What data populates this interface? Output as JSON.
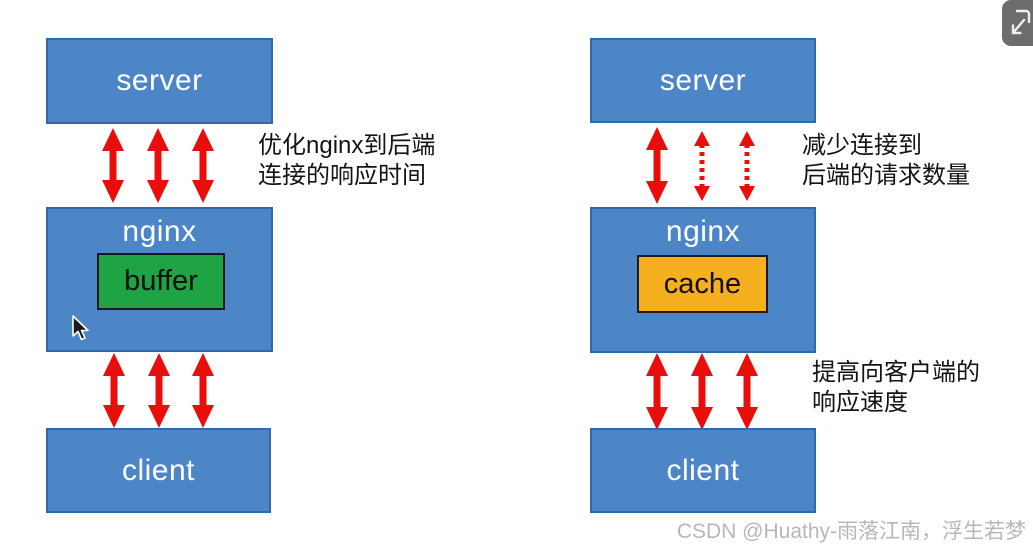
{
  "colors": {
    "box-blue": "#4c86c6",
    "box-border": "#3568a9",
    "buffer-green": "#1ea445",
    "cache-orange": "#f6b01f",
    "inner-border": "#1a1a1a",
    "arrow-red": "#e90d0b",
    "text-dark": "#141414",
    "watermark-gray": "#b4b8bc",
    "button-gray": "#6d6d6d"
  },
  "left_diagram": {
    "server_label": "server",
    "nginx_label": "nginx",
    "buffer_label": "buffer",
    "client_label": "client",
    "annotation": {
      "line1": "优化nginx到后端",
      "line2": "连接的响应时间"
    }
  },
  "right_diagram": {
    "server_label": "server",
    "nginx_label": "nginx",
    "cache_label": "cache",
    "client_label": "client",
    "annotation_top": {
      "line1": "减少连接到",
      "line2": "后端的请求数量"
    },
    "annotation_bottom": {
      "line1": "提高向客户端的",
      "line2": "响应速度"
    }
  },
  "watermark": {
    "text": "CSDN @Huathy-雨落江南，浮生若梦"
  },
  "icons": {
    "toolbar_button": "exit-fullscreen-icon",
    "pointer": "mouse-cursor-icon"
  }
}
